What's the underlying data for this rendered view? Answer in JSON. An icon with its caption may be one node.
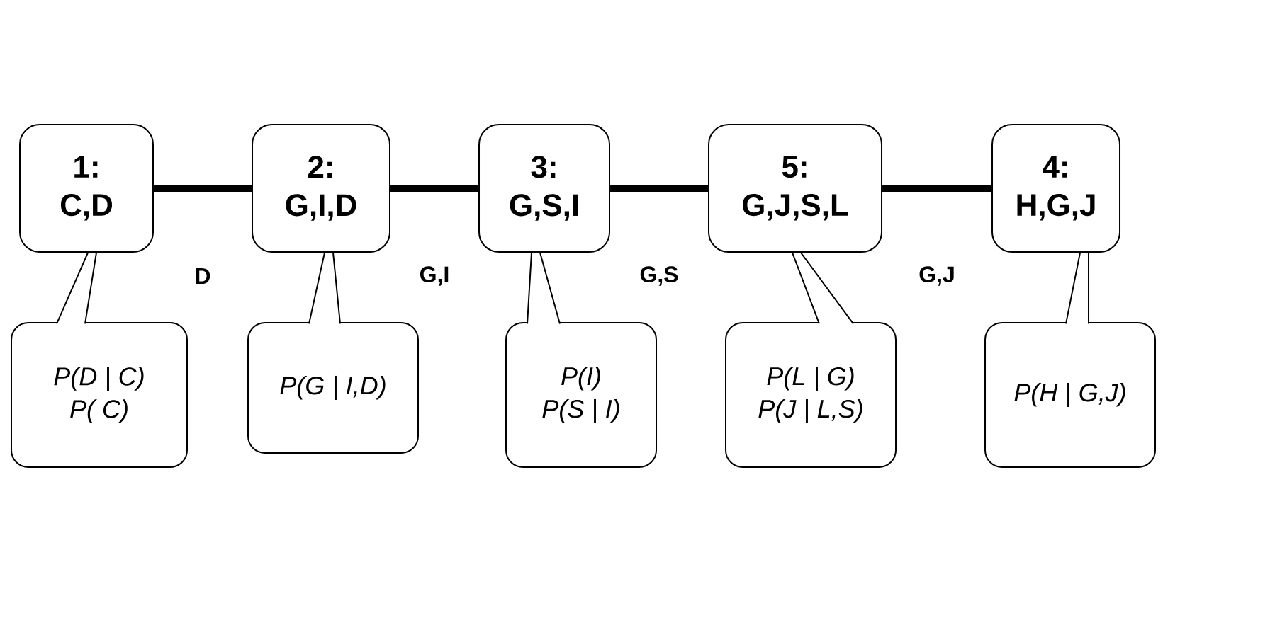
{
  "diagram": {
    "nodes": [
      {
        "text": [
          "1:",
          "C,D"
        ]
      },
      {
        "text": [
          "2:",
          "G,I,D"
        ]
      },
      {
        "text": [
          "3:",
          "G,S,I"
        ]
      },
      {
        "text": [
          "5:",
          "G,J,S,L"
        ]
      },
      {
        "text": [
          "4:",
          "H,G,J"
        ]
      },
      {
        "text": [
          "P(D | C)",
          "P( C)"
        ]
      },
      {
        "text": [
          "P(G | I,D)"
        ]
      },
      {
        "text": [
          "P(I)",
          "P(S | I)"
        ]
      },
      {
        "text": [
          "P(L | G)",
          "P(J | L,S)"
        ]
      },
      {
        "text": [
          "P(H | G,J)"
        ]
      }
    ],
    "edges": [
      {
        "from": 0,
        "to": 1,
        "arrow": "none",
        "label": "D"
      },
      {
        "from": 1,
        "to": 2,
        "arrow": "none",
        "label": "G,I"
      },
      {
        "from": 2,
        "to": 3,
        "arrow": "none",
        "label": "G,S"
      },
      {
        "from": 3,
        "to": 4,
        "arrow": "none",
        "label": "G,J"
      },
      {
        "from": 5,
        "to": 0,
        "arrow": "none"
      },
      {
        "from": 6,
        "to": 1,
        "arrow": "none"
      },
      {
        "from": 7,
        "to": 2,
        "arrow": "none"
      },
      {
        "from": 8,
        "to": 3,
        "arrow": "none"
      },
      {
        "from": 9,
        "to": 4,
        "arrow": "none"
      }
    ]
  }
}
